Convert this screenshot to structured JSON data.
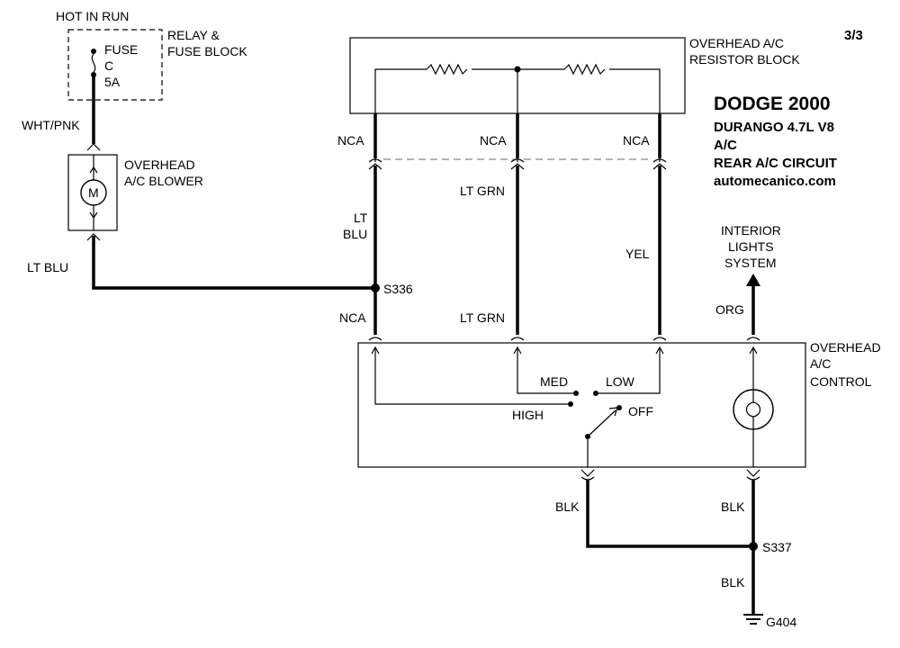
{
  "page_number": "3/3",
  "header": {
    "title": "DODGE 2000",
    "line1": "DURANGO  4.7L  V8",
    "line2": "A/C",
    "line3": "REAR A/C CIRCUIT",
    "site": "automecanico.com"
  },
  "power": {
    "hot_in_run": "HOT IN RUN",
    "block_label_1": "RELAY &",
    "block_label_2": "FUSE BLOCK",
    "fuse_1": "FUSE",
    "fuse_2": "C",
    "fuse_3": "5A"
  },
  "blower": {
    "label_1": "OVERHEAD",
    "label_2": "A/C BLOWER",
    "motor": "M"
  },
  "resistor_block": {
    "label_1": "OVERHEAD A/C",
    "label_2": "RESISTOR BLOCK"
  },
  "control": {
    "label_1": "OVERHEAD",
    "label_2": "A/C",
    "label_3": "CONTROL",
    "med": "MED",
    "low": "LOW",
    "high": "HIGH",
    "off": "OFF"
  },
  "interior": {
    "label_1": "INTERIOR",
    "label_2": "LIGHTS",
    "label_3": "SYSTEM"
  },
  "wires": {
    "wht_pnk": "WHT/PNK",
    "lt_blu_left": "LT BLU",
    "lt_blu_1": "LT",
    "lt_blu_2": "BLU",
    "nca_1": "NCA",
    "nca_2": "NCA",
    "nca_3": "NCA",
    "nca_4": "NCA",
    "lt_grn_1": "LT GRN",
    "lt_grn_2": "LT GRN",
    "yel": "YEL",
    "org": "ORG",
    "blk_1": "BLK",
    "blk_2": "BLK",
    "blk_3": "BLK"
  },
  "splices": {
    "s336": "S336",
    "s337": "S337",
    "g404": "G404"
  }
}
